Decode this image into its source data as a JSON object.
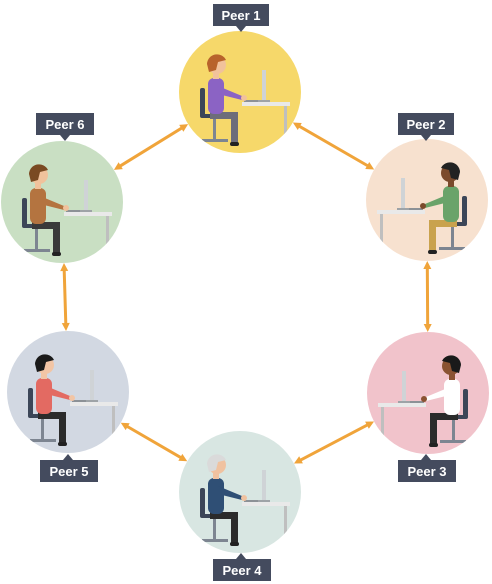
{
  "diagram": {
    "peers": [
      {
        "label": "Peer 1",
        "bg_color": "#f6d86a",
        "shirt_color": "#8b63c4",
        "hair_color": "#b8632b",
        "skin_color": "#f1c29b",
        "pants_color": "#6d6d7a"
      },
      {
        "label": "Peer 2",
        "bg_color": "#f7e1cf",
        "shirt_color": "#6aa36a",
        "hair_color": "#222222",
        "skin_color": "#7b4a2c",
        "pants_color": "#c9a24d"
      },
      {
        "label": "Peer 3",
        "bg_color": "#f1c3cb",
        "shirt_color": "#ffffff",
        "hair_color": "#1a1a1a",
        "skin_color": "#8a5232",
        "pants_color": "#2b2b2b"
      },
      {
        "label": "Peer 4",
        "bg_color": "#d8e6e2",
        "shirt_color": "#2f4f75",
        "hair_color": "#dadada",
        "skin_color": "#f0c2a0",
        "pants_color": "#2b2b2b"
      },
      {
        "label": "Peer 5",
        "bg_color": "#d2d8e2",
        "shirt_color": "#e36a62",
        "hair_color": "#1a1a1a",
        "skin_color": "#f2c5a5",
        "pants_color": "#2b2b2b"
      },
      {
        "label": "Peer 6",
        "bg_color": "#c9dfc3",
        "shirt_color": "#b47440",
        "hair_color": "#7a4a22",
        "skin_color": "#f0c29c",
        "pants_color": "#3a3a3a"
      }
    ],
    "arrow_color": "#f0a43a",
    "label_bg_color": "#444b5e"
  }
}
